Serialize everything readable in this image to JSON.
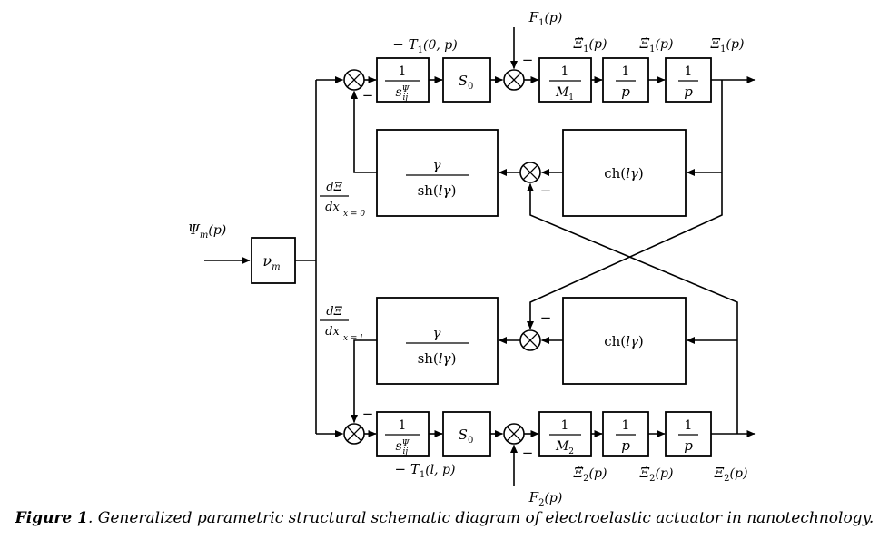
{
  "signs": {
    "minus": "−"
  },
  "input_label": {
    "base": "Ψ",
    "sub": "m",
    "arg": "(p)"
  },
  "blocks": {
    "nu": {
      "base": "ν",
      "sub": "m"
    },
    "compliance": {
      "num": "1",
      "den_base": "s",
      "den_sup": "Ψ",
      "den_sub": "ij"
    },
    "area": {
      "base": "S",
      "sub": "0"
    },
    "mass1": {
      "num": "1",
      "den_base": "M",
      "den_sub": "1"
    },
    "mass2": {
      "num": "1",
      "den_base": "M",
      "den_sub": "2"
    },
    "integrator": {
      "num": "1",
      "den": "p"
    },
    "hyperbolic_gain": {
      "num": "γ",
      "den_fn": "sh(",
      "den_var": "lγ",
      "den_close": ")"
    },
    "hyperbolic_cos": {
      "fn": "ch(",
      "var": "lγ",
      "close": ")"
    }
  },
  "signals": {
    "t0": {
      "pre": "− T",
      "sub": "1",
      "arg": "(0, p)"
    },
    "tl": {
      "pre": "− T",
      "sub": "1",
      "arg": "(l, p)"
    },
    "f1": {
      "base": "F",
      "sub": "1",
      "arg": "(p)"
    },
    "f2": {
      "base": "F",
      "sub": "2",
      "arg": "(p)"
    },
    "xi1_acc": {
      "base": "Ξ̈",
      "sub": "1",
      "arg": "(p)"
    },
    "xi1_vel": {
      "base": "Ξ̇",
      "sub": "1",
      "arg": "(p)"
    },
    "xi1_pos": {
      "base": "Ξ",
      "sub": "1",
      "arg": "(p)"
    },
    "xi2_acc": {
      "base": "Ξ̈",
      "sub": "2",
      "arg": "(p)"
    },
    "xi2_vel": {
      "base": "Ξ̇",
      "sub": "2",
      "arg": "(p)"
    },
    "xi2_pos": {
      "base": "Ξ",
      "sub": "2",
      "arg": "(p)"
    },
    "deriv0": {
      "num": "dΞ",
      "den": "dx",
      "cond": "x = 0"
    },
    "derivl": {
      "num": "dΞ",
      "den": "dx",
      "cond": "x = l"
    }
  },
  "caption": {
    "label": "Figure 1",
    "text": ". Generalized parametric structural schematic diagram of electroelastic actuator in nanotechnology."
  }
}
